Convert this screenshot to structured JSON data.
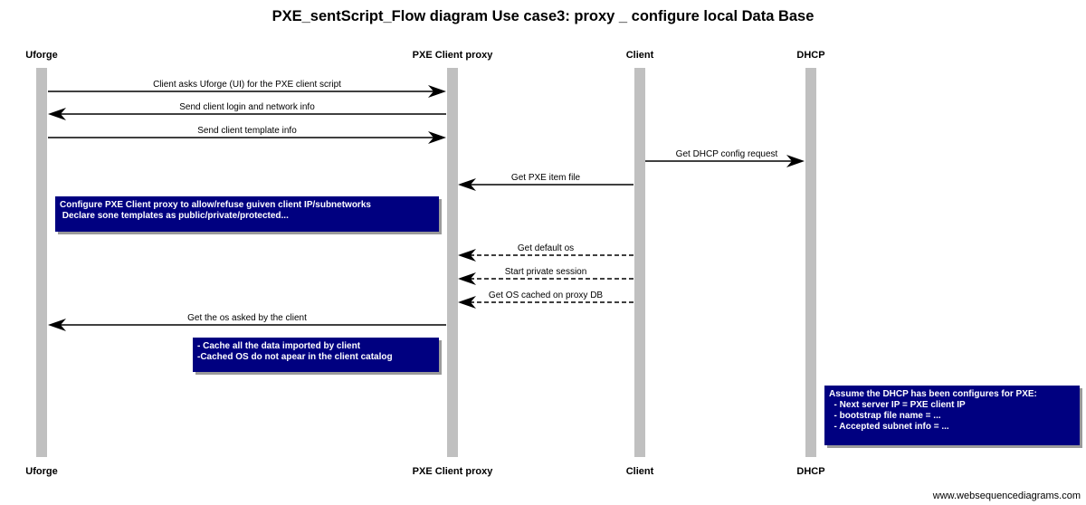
{
  "title": "PXE_sentScript_Flow diagram Use case3: proxy _ configure local Data Base",
  "participants": [
    {
      "id": "uforge",
      "label": "Uforge"
    },
    {
      "id": "proxy",
      "label": "PXE Client proxy"
    },
    {
      "id": "client",
      "label": "Client"
    },
    {
      "id": "dhcp",
      "label": "DHCP"
    }
  ],
  "messages": [
    {
      "from": "uforge",
      "to": "proxy",
      "label": "Client asks Uforge (UI) for the PXE client script",
      "style": "solid"
    },
    {
      "from": "proxy",
      "to": "uforge",
      "label": "Send client login and network info",
      "style": "solid"
    },
    {
      "from": "uforge",
      "to": "proxy",
      "label": "Send client template info",
      "style": "solid"
    },
    {
      "from": "client",
      "to": "dhcp",
      "label": "Get DHCP config request",
      "style": "solid"
    },
    {
      "from": "client",
      "to": "proxy",
      "label": "Get PXE item file",
      "style": "solid"
    },
    {
      "from": "client",
      "to": "proxy",
      "label": "Get default os",
      "style": "dashed"
    },
    {
      "from": "client",
      "to": "proxy",
      "label": "Start private session",
      "style": "dashed"
    },
    {
      "from": "client",
      "to": "proxy",
      "label": "Get OS cached on proxy DB",
      "style": "dashed"
    },
    {
      "from": "proxy",
      "to": "uforge",
      "label": "Get the os asked by the client",
      "style": "solid"
    }
  ],
  "notes": [
    {
      "text": "Configure PXE Client proxy to allow/refuse guiven client IP/subnetworks\n Declare sone templates as public/private/protected..."
    },
    {
      "text": "- Cache all the data imported by client\n-Cached OS do not apear in the client catalog"
    },
    {
      "text": "Assume the DHCP has been configures for PXE:\n  - Next server IP = PXE client IP\n  - bootstrap file name = ...\n  - Accepted subnet info = ..."
    }
  ],
  "footer": "www.websequencediagrams.com",
  "colors": {
    "note_bg": "#000080",
    "note_text": "#ffffff",
    "lifeline": "#c0c0c0",
    "arrow": "#000000"
  }
}
